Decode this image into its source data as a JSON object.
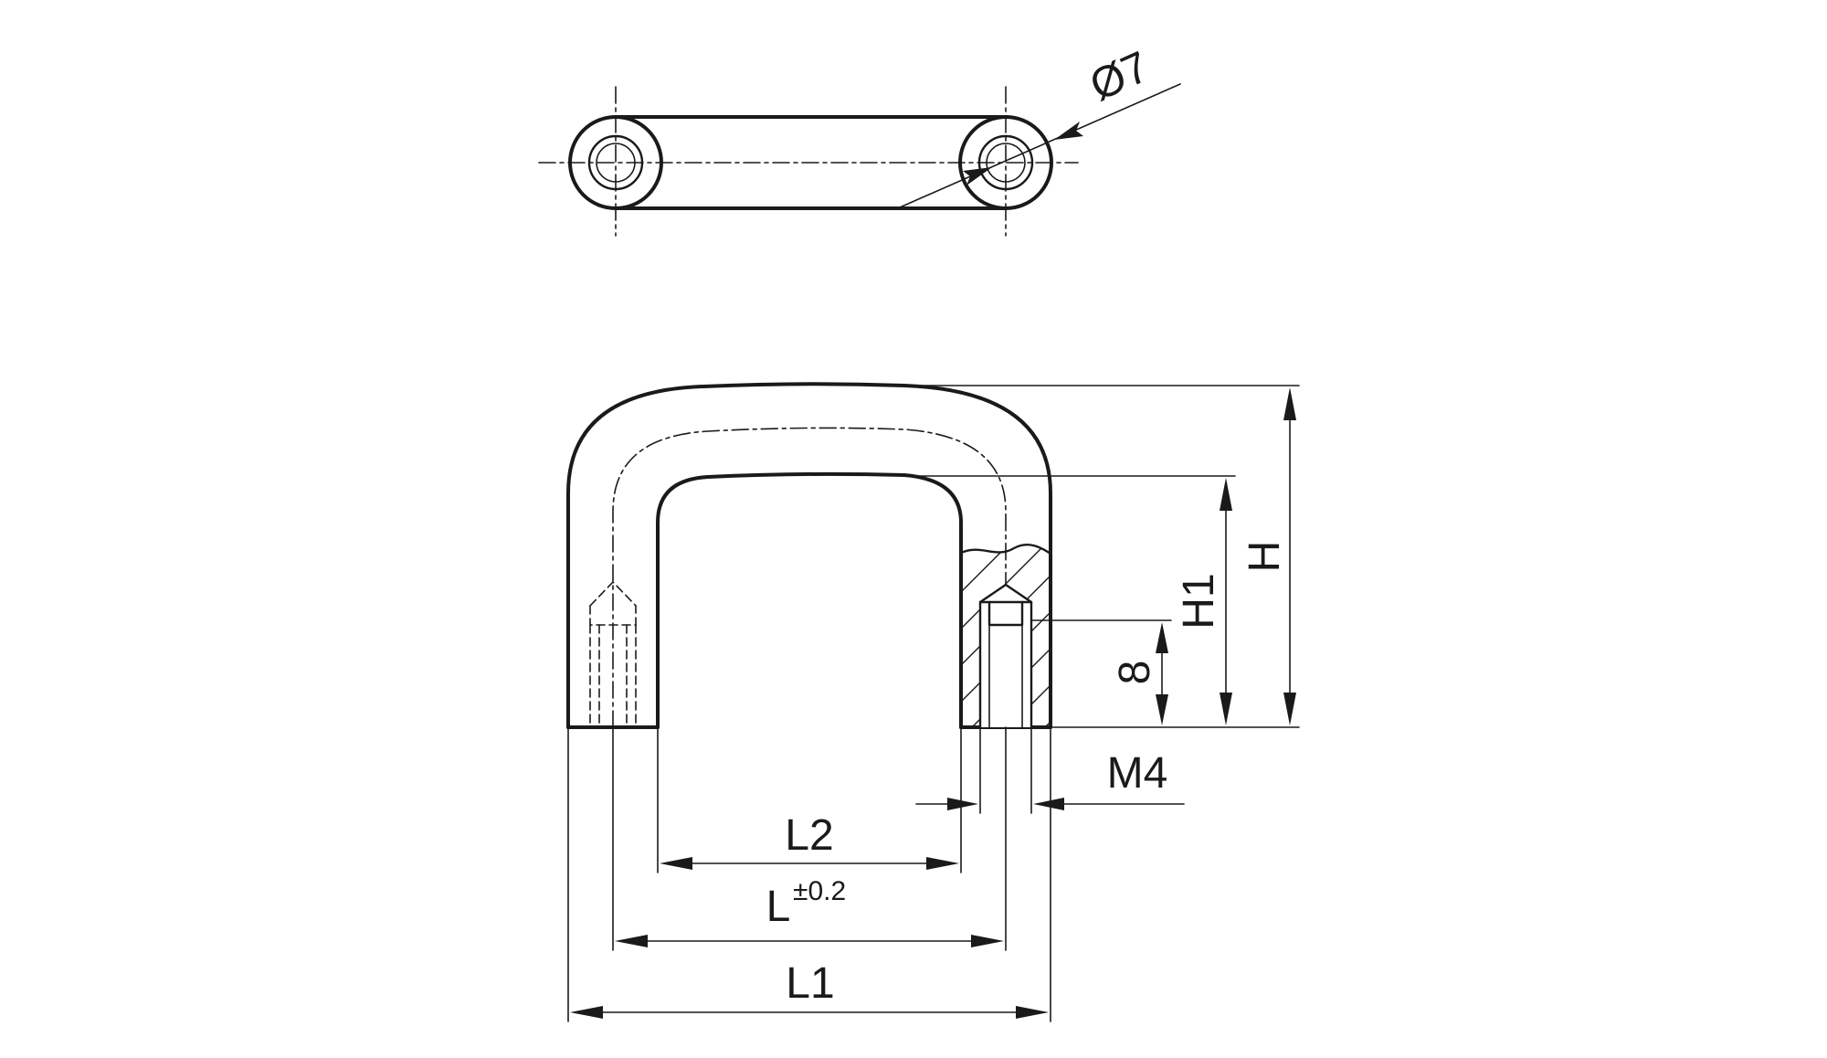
{
  "drawing": {
    "top_view": {
      "diameter_label": "Ø7"
    },
    "front_view": {
      "thread_label": "M4",
      "thread_depth_label": "8",
      "height_label": "H",
      "inner_height_label": "H1",
      "inner_width_label": "L2",
      "center_distance_label": "L",
      "center_distance_tolerance": "±0.2",
      "overall_width_label": "L1"
    }
  }
}
